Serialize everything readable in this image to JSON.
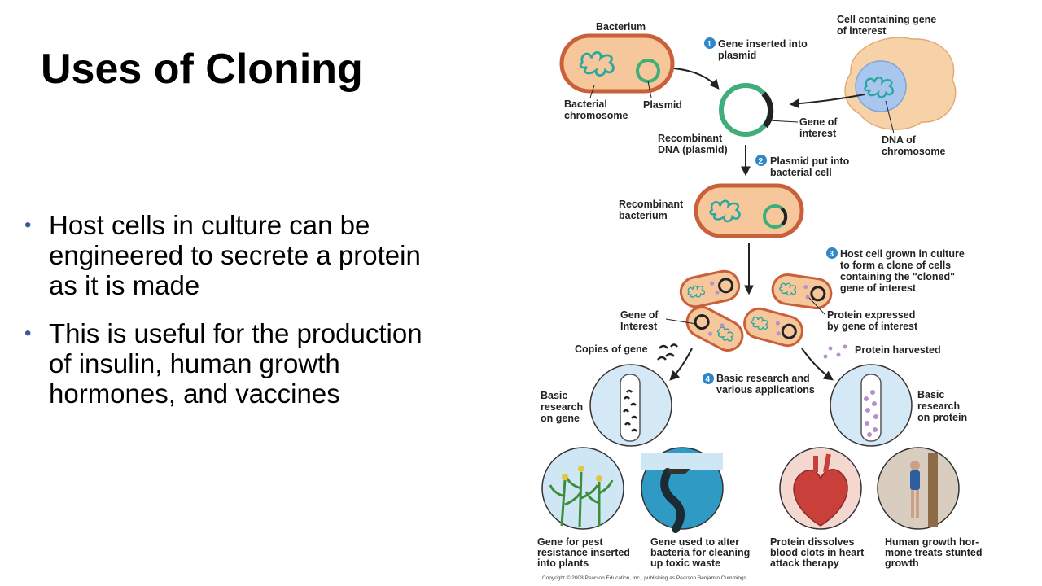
{
  "slide": {
    "title": "Uses of Cloning",
    "bullets": [
      {
        "lines": [
          "Host cells in culture can be",
          "engineered to secrete a protein",
          "as it is made"
        ]
      },
      {
        "lines": [
          "This is useful for the production",
          "of insulin, human growth",
          "hormones, and vaccines"
        ]
      }
    ]
  },
  "diagram": {
    "labels": {
      "bacterium": "Bacterium",
      "bacterial_chromosome": [
        "Bacterial",
        "chromosome"
      ],
      "plasmid": "Plasmid",
      "cell_gene": [
        "Cell containing gene",
        "of interest"
      ],
      "gene_of_interest_top": [
        "Gene of",
        "interest"
      ],
      "dna_chromosome": [
        "DNA of",
        "chromosome"
      ],
      "recombinant_dna": [
        "Recombinant",
        "DNA (plasmid)"
      ],
      "recombinant_bacterium": [
        "Recombinant",
        "bacterium"
      ],
      "gene_of_interest_mid": [
        "Gene of",
        "Interest"
      ],
      "protein_expressed": [
        "Protein expressed",
        "by gene of interest"
      ],
      "copies_of_gene": "Copies of gene",
      "protein_harvested": "Protein harvested",
      "basic_research_gene": [
        "Basic",
        "research",
        "on gene"
      ],
      "basic_research_protein": [
        "Basic",
        "research",
        "on protein"
      ]
    },
    "steps": [
      {
        "number": "1",
        "lines": [
          "Gene inserted into",
          "plasmid"
        ]
      },
      {
        "number": "2",
        "lines": [
          "Plasmid put into",
          "bacterial cell"
        ]
      },
      {
        "number": "3",
        "lines": [
          "Host cell grown in culture",
          "to form a clone of cells",
          "containing the \"cloned\"",
          "gene of interest"
        ]
      },
      {
        "number": "4",
        "lines": [
          "Basic research and",
          "various applications"
        ]
      }
    ],
    "applications": [
      {
        "lines": [
          "Gene for pest",
          "resistance inserted",
          "into plants"
        ]
      },
      {
        "lines": [
          "Gene used to alter",
          "bacteria for cleaning",
          "up toxic waste"
        ]
      },
      {
        "lines": [
          "Protein dissolves",
          "blood clots in heart",
          "attack therapy"
        ]
      },
      {
        "lines": [
          "Human growth hor-",
          "mone treats stunted",
          "growth"
        ]
      }
    ],
    "copyright": "Copyright © 2008 Pearson Education, Inc., publishing as Pearson Benjamin Cummings.",
    "colors": {
      "bacterium_fill": "#f5c79a",
      "bacterium_stroke": "#c9603a",
      "dna": "#2aa7a0",
      "plasmid": "#3fae7a",
      "gene": "#222222",
      "cell_fill": "#f7d2a8",
      "nucleus": "#a9c6ee",
      "step_badge": "#2f86c9",
      "protein_dot": "#b98fc9",
      "circle_bg": "#d5e8f6"
    }
  }
}
